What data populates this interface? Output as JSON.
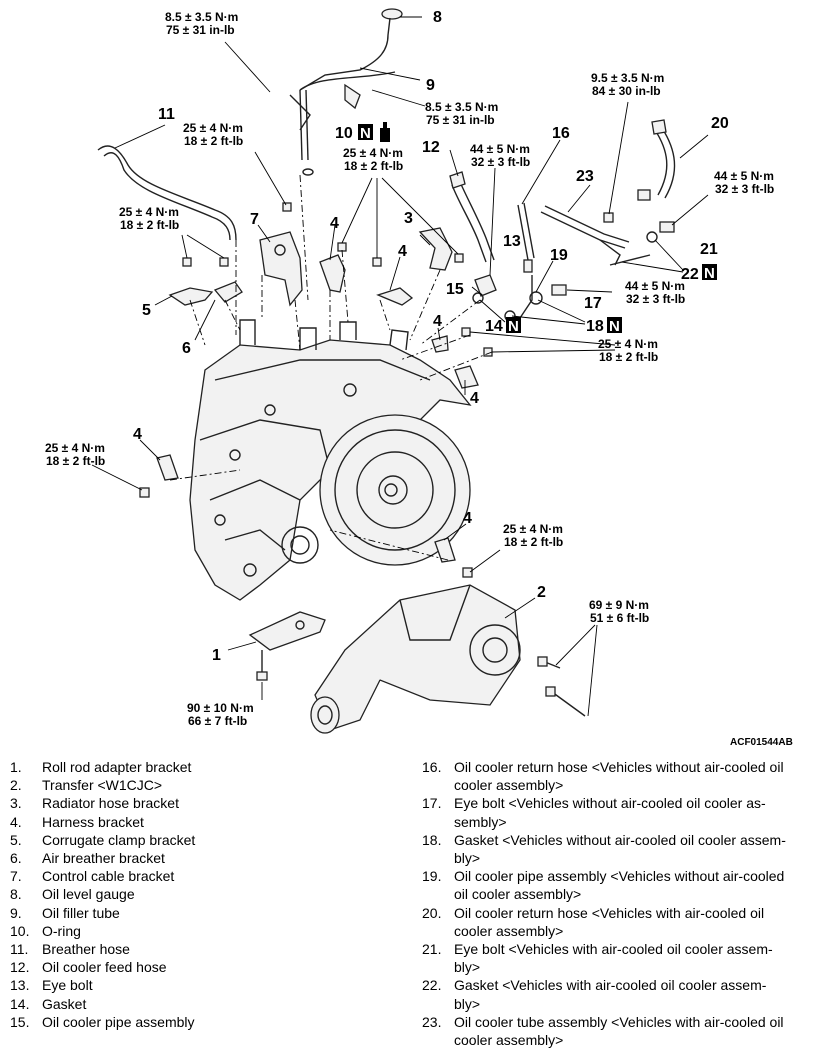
{
  "callouts": {
    "c1": "1",
    "c2": "2",
    "c3": "3",
    "c4a": "4",
    "c4b": "4",
    "c4c": "4",
    "c4d": "4",
    "c4e": "4",
    "c4f": "4",
    "c5": "5",
    "c6": "6",
    "c7": "7",
    "c8": "8",
    "c9": "9",
    "c10": "10",
    "c11": "11",
    "c12": "12",
    "c13": "13",
    "c14": "14",
    "c15": "15",
    "c16": "16",
    "c17": "17",
    "c18": "18",
    "c19": "19",
    "c20": "20",
    "c21": "21",
    "c22": "22",
    "c23": "23"
  },
  "badges": {
    "n": "N"
  },
  "torque": {
    "t_8_5a_1": "8.5 ± 3.5 N·m",
    "t_8_5a_2": "75 ± 31 in-lb",
    "t_8_5b_1": "8.5 ± 3.5 N·m",
    "t_8_5b_2": "75 ± 31 in-lb",
    "t_9_5_1": "9.5 ± 3.5 N·m",
    "t_9_5_2": "84 ± 30 in-lb",
    "t_25a_1": "25 ± 4 N·m",
    "t_25a_2": "18 ± 2 ft-lb",
    "t_25b_1": "25 ± 4 N·m",
    "t_25b_2": "18 ± 2 ft-lb",
    "t_25c_1": "25 ± 4 N·m",
    "t_25c_2": "18 ± 2 ft-lb",
    "t_25d_1": "25 ± 4 N·m",
    "t_25d_2": "18 ± 2 ft-lb",
    "t_25e_1": "25 ± 4 N·m",
    "t_25e_2": "18 ± 2 ft-lb",
    "t_25f_1": "25 ± 4 N·m",
    "t_25f_2": "18 ± 2 ft-lb",
    "t_44a_1": "44 ± 5 N·m",
    "t_44a_2": "32 ± 3 ft-lb",
    "t_44b_1": "44 ± 5 N·m",
    "t_44b_2": "32 ± 3 ft-lb",
    "t_44c_1": "44 ± 5 N·m",
    "t_44c_2": "32 ± 3 ft-lb",
    "t_69_1": "69 ± 9 N·m",
    "t_69_2": "51 ± 6 ft-lb",
    "t_90_1": "90 ± 10 N·m",
    "t_90_2": "66 ± 7 ft-lb"
  },
  "figure_code": "ACF01544AB",
  "legend": {
    "left": [
      {
        "num": "1.",
        "text": "Roll rod adapter bracket"
      },
      {
        "num": "2.",
        "text": "Transfer <W1CJC>"
      },
      {
        "num": "3.",
        "text": "Radiator hose bracket"
      },
      {
        "num": "4.",
        "text": "Harness bracket"
      },
      {
        "num": "5.",
        "text": "Corrugate clamp bracket"
      },
      {
        "num": "6.",
        "text": "Air breather bracket"
      },
      {
        "num": "7.",
        "text": "Control cable bracket"
      },
      {
        "num": "8.",
        "text": "Oil level gauge"
      },
      {
        "num": "9.",
        "text": "Oil filler tube"
      },
      {
        "num": "10.",
        "text": "O-ring"
      },
      {
        "num": "11.",
        "text": "Breather hose"
      },
      {
        "num": "12.",
        "text": "Oil cooler feed hose"
      },
      {
        "num": "13.",
        "text": "Eye bolt"
      },
      {
        "num": "14.",
        "text": "Gasket"
      },
      {
        "num": "15.",
        "text": "Oil cooler pipe assembly"
      }
    ],
    "right": [
      {
        "num": "16.",
        "l1": "Oil cooler return hose <Vehicles without air-cooled oil",
        "l2": "cooler assembly>"
      },
      {
        "num": "17.",
        "l1": "Eye bolt <Vehicles without air-cooled oil cooler as-",
        "l2": "sembly>"
      },
      {
        "num": "18.",
        "l1": "Gasket <Vehicles without air-cooled oil cooler assem-",
        "l2": "bly>"
      },
      {
        "num": "19.",
        "l1": "Oil cooler pipe assembly <Vehicles without air-cooled",
        "l2": "oil cooler assembly>"
      },
      {
        "num": "20.",
        "l1": "Oil cooler return hose <Vehicles with air-cooled oil",
        "l2": "cooler assembly>"
      },
      {
        "num": "21.",
        "l1": "Eye bolt <Vehicles with air-cooled oil cooler assem-",
        "l2": "bly>"
      },
      {
        "num": "22.",
        "l1": "Gasket <Vehicles with air-cooled oil cooler assem-",
        "l2": "bly>"
      },
      {
        "num": "23.",
        "l1": "Oil cooler tube assembly <Vehicles with air-cooled oil",
        "l2": "cooler assembly>"
      }
    ]
  }
}
